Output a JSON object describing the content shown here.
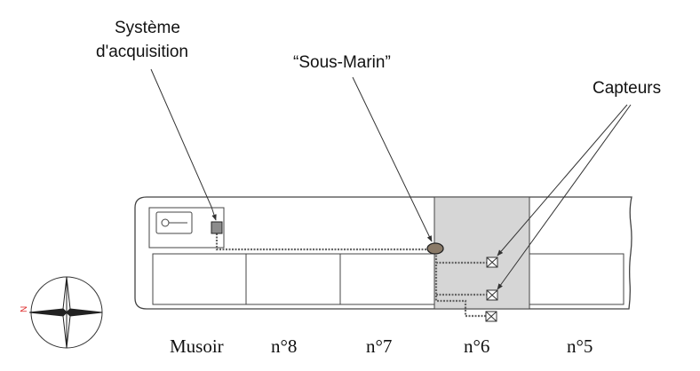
{
  "labels": {
    "acquisition_line1": "Système",
    "acquisition_line2": "d'acquisition",
    "sous_marin": "“Sous-Marin”",
    "capteurs": "Capteurs",
    "compass_letter": "N"
  },
  "sections": [
    "Musoir",
    "n°8",
    "n°7",
    "n°6",
    "n°5"
  ],
  "colors": {
    "line": "#444444",
    "highlight_fill": "#d6d6d6",
    "acquisition_box": "#8c8c8c",
    "sous_marin_fill": "#8a7a68",
    "compass_letter": "#dd2222"
  }
}
